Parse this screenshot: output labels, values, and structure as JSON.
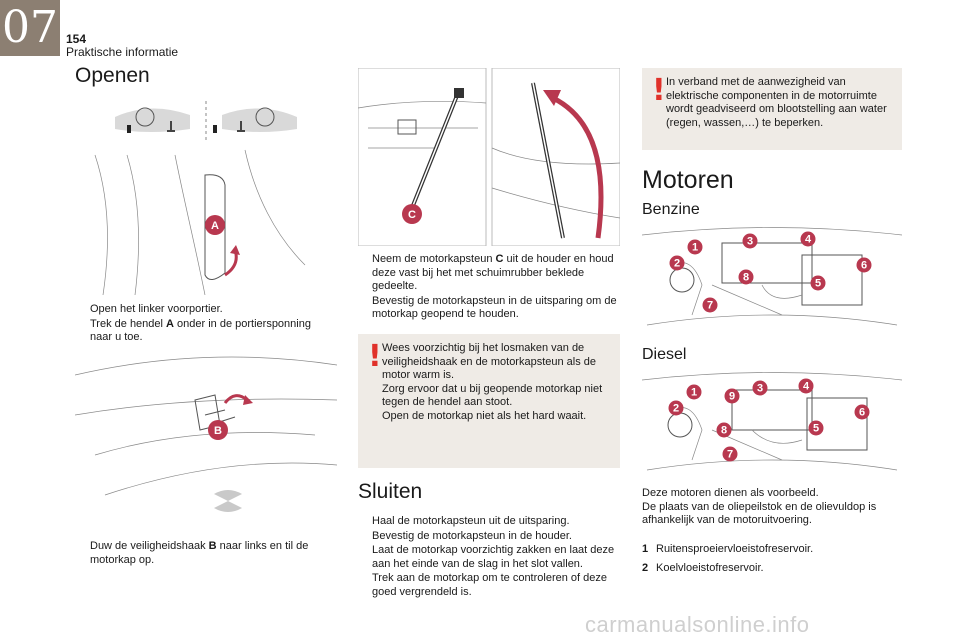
{
  "header": {
    "chapter": "07",
    "page_number": "154",
    "section": "Praktische informatie"
  },
  "col1": {
    "title": "Openen",
    "callout_a": "A",
    "callout_b": "B",
    "bullets1": [
      "Open het linker voorportier.",
      "Trek de hendel |A| onder in de portiersponning naar u toe."
    ],
    "bullets2": [
      "Duw de veiligheidshaak |B| naar links en til de motorkap op."
    ]
  },
  "col2": {
    "callout_c": "C",
    "bullets1": [
      "Neem de motorkapsteun |C| uit de houder en houd deze vast bij het met schuimrubber beklede gedeelte.",
      "Bevestig de motorkapsteun in de uitsparing om de motorkap geopend te houden."
    ],
    "warning": "Wees voorzichtig bij het losmaken van de veiligheidshaak en de motorkapsteun als de motor warm is.\nZorg ervoor dat u bij geopende motorkap niet tegen de hendel aan stoot.\nOpen de motorkap niet als het hard waait.",
    "title_close": "Sluiten",
    "bullets2": [
      "Haal de motorkapsteun uit de uitsparing.",
      "Bevestig de motorkapsteun in de houder.",
      "Laat de motorkap voorzichtig zakken en laat deze aan het einde van de slag in het slot vallen.",
      "Trek aan de motorkap om te controleren of deze goed vergrendeld is."
    ]
  },
  "col3": {
    "warning": "In verband met de aanwezigheid van elektrische componenten in de motorruimte wordt geadviseerd om blootstelling aan water (regen, wassen,…) te beperken.",
    "title": "Motoren",
    "benzine": "Benzine",
    "diesel": "Diesel",
    "benzine_callouts": [
      "1",
      "2",
      "3",
      "4",
      "5",
      "6",
      "7",
      "8"
    ],
    "diesel_callouts": [
      "1",
      "2",
      "3",
      "4",
      "5",
      "6",
      "7",
      "8",
      "9"
    ],
    "paragraph": "Deze motoren dienen als voorbeeld.\nDe plaats van de oliepeilstok en de olievuldop is afhankelijk van de motoruitvoering.",
    "legend": [
      {
        "num": "1",
        "text": "Ruitensproeiervloeistofreservoir."
      },
      {
        "num": "2",
        "text": "Koelvloeistofreservoir."
      }
    ]
  },
  "footer": "carmanualsonline.info",
  "bullet_marker": "",
  "accent_color": "#b8384f",
  "warning_color": "#e0312a"
}
